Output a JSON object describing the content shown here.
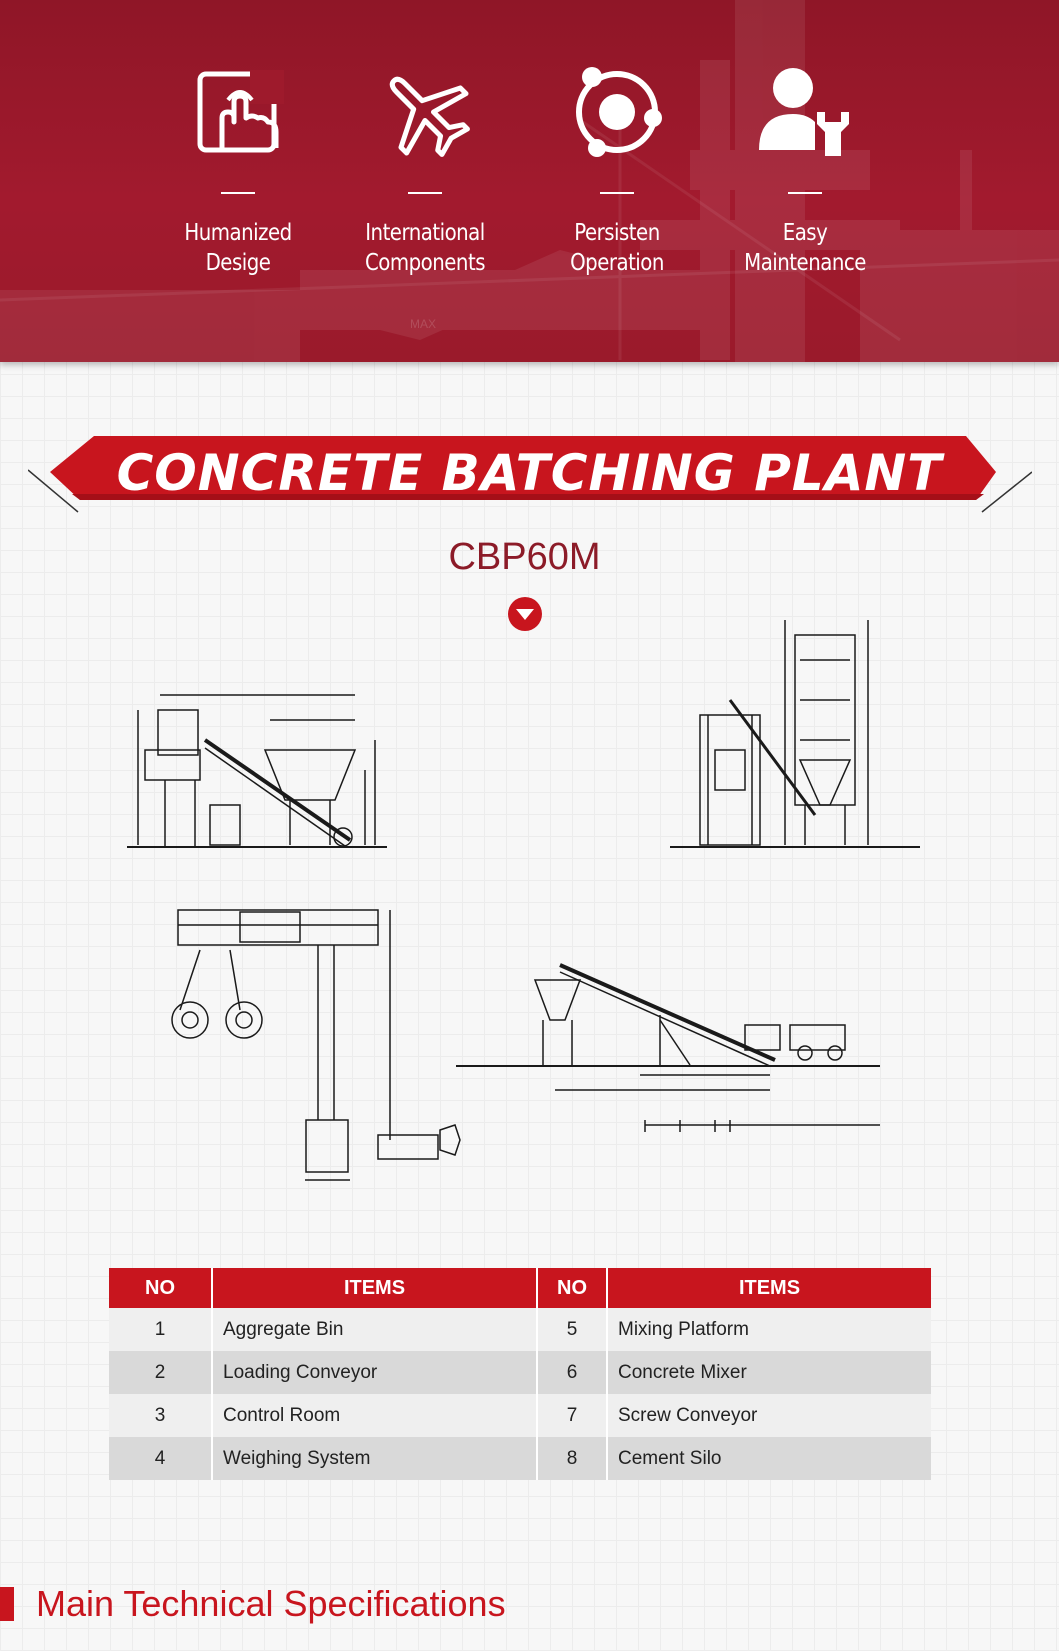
{
  "hero": {
    "features": [
      {
        "icon": "touch-hand-icon",
        "label": "Humanized\nDesige"
      },
      {
        "icon": "airplane-icon",
        "label": "International\nComponents"
      },
      {
        "icon": "orbit-icon",
        "label": "Persisten\nOperation"
      },
      {
        "icon": "user-wrench-icon",
        "label": "Easy\nMaintenance"
      }
    ]
  },
  "title": "CONCRETE BATCHING PLANT",
  "model": "CBP60M",
  "table": {
    "headers": [
      "NO",
      "ITEMS",
      "NO",
      "ITEMS"
    ],
    "rows": [
      [
        "1",
        "Aggregate Bin",
        "5",
        "Mixing Platform"
      ],
      [
        "2",
        "Loading Conveyor",
        "6",
        "Concrete Mixer"
      ],
      [
        "3",
        "Control Room",
        "7",
        "Screw Conveyor"
      ],
      [
        "4",
        "Weighing System",
        "8",
        "Cement Silo"
      ]
    ]
  },
  "section_heading": "Main Technical Specifications",
  "colors": {
    "brand_red": "#c8151e",
    "dark_red": "#8c1b28"
  }
}
